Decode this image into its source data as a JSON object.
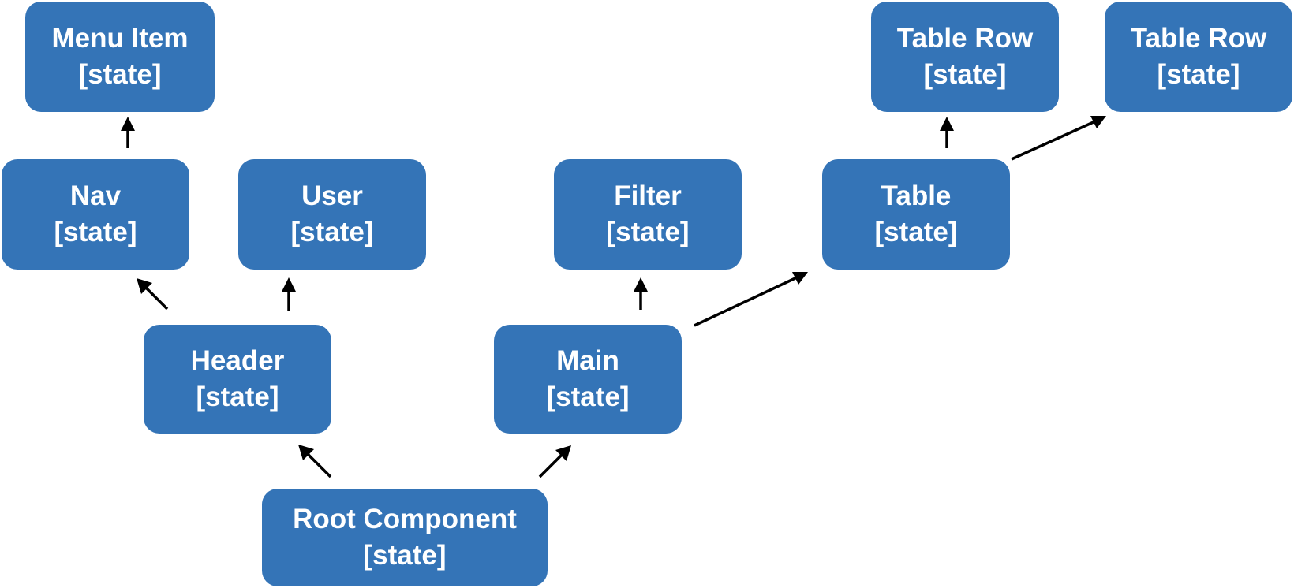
{
  "colors": {
    "node_fill": "#3474b7",
    "node_text": "#ffffff",
    "arrow": "#000000"
  },
  "nodes": {
    "menu_item": {
      "title": "Menu Item",
      "state": "[state]"
    },
    "table_row_1": {
      "title": "Table Row",
      "state": "[state]"
    },
    "table_row_2": {
      "title": "Table Row",
      "state": "[state]"
    },
    "nav": {
      "title": "Nav",
      "state": "[state]"
    },
    "user": {
      "title": "User",
      "state": "[state]"
    },
    "filter": {
      "title": "Filter",
      "state": "[state]"
    },
    "table": {
      "title": "Table",
      "state": "[state]"
    },
    "header": {
      "title": "Header",
      "state": "[state]"
    },
    "main": {
      "title": "Main",
      "state": "[state]"
    },
    "root": {
      "title": "Root Component",
      "state": "[state]"
    }
  },
  "edges": [
    {
      "from": "root",
      "to": "header"
    },
    {
      "from": "root",
      "to": "main"
    },
    {
      "from": "header",
      "to": "nav"
    },
    {
      "from": "header",
      "to": "user"
    },
    {
      "from": "nav",
      "to": "menu_item"
    },
    {
      "from": "main",
      "to": "filter"
    },
    {
      "from": "main",
      "to": "table"
    },
    {
      "from": "table",
      "to": "table_row_1"
    },
    {
      "from": "table",
      "to": "table_row_2"
    }
  ]
}
